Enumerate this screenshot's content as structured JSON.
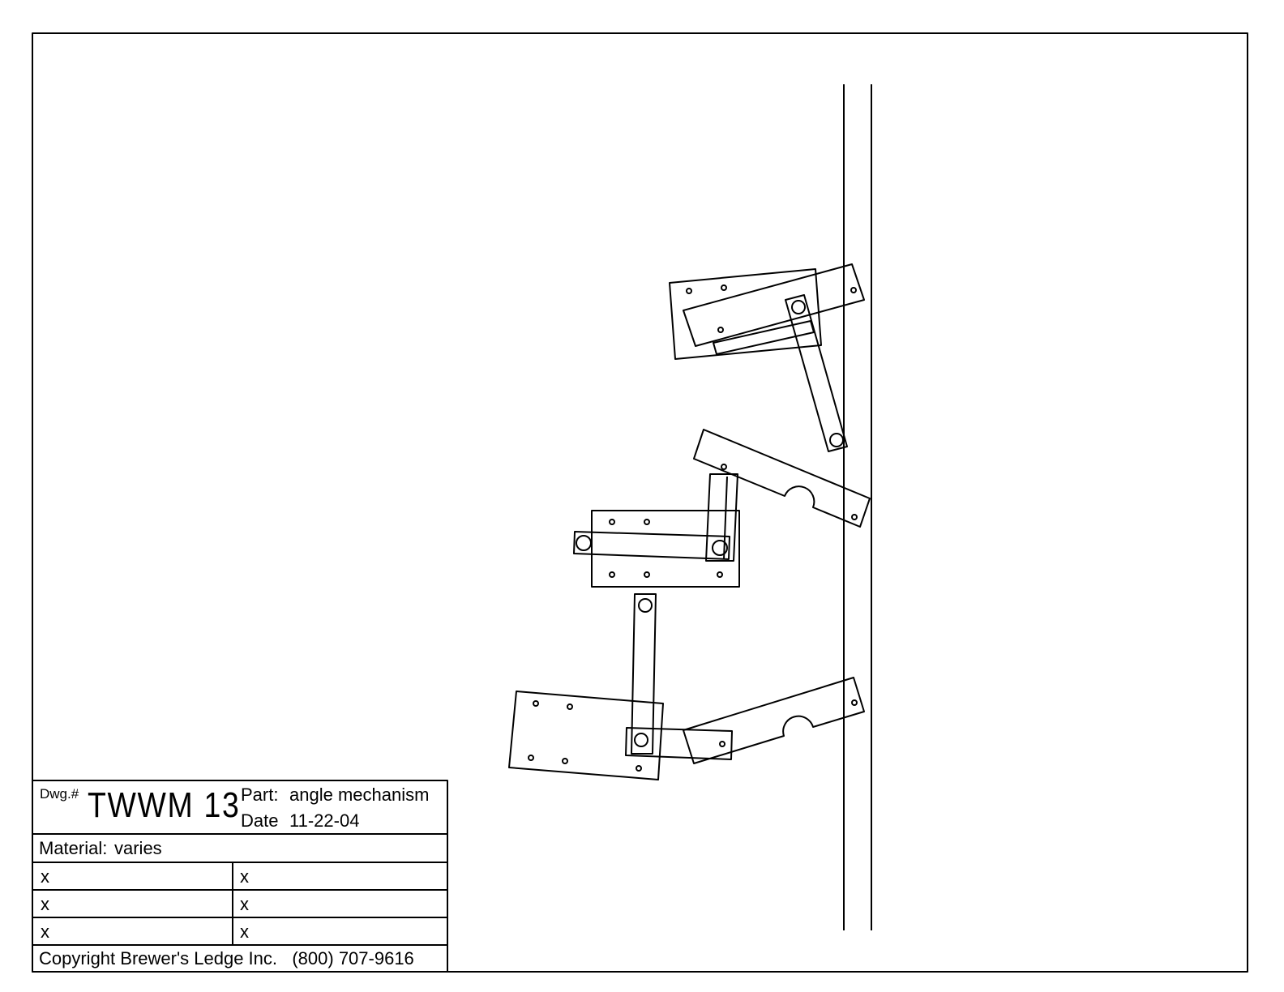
{
  "title_block": {
    "dwg_label": "Dwg.#",
    "dwg_number": "TWWM 13",
    "part_label": "Part:",
    "part_value": "angle mechanism",
    "date_label": "Date",
    "date_value": "11-22-04",
    "material_label": "Material:",
    "material_value": "varies",
    "rows": [
      [
        "x",
        "x"
      ],
      [
        "x",
        "x"
      ],
      [
        "x",
        "x"
      ]
    ],
    "copyright": "Copyright Brewer's Ledge Inc.   (800) 707-9616"
  }
}
